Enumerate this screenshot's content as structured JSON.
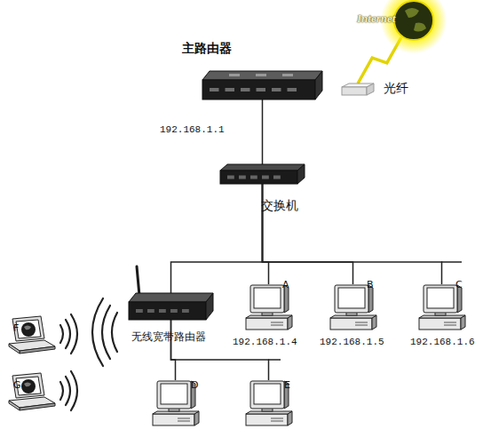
{
  "diagram": {
    "nodes": [
      {
        "text": [
          "Internet"
        ]
      },
      {
        "text": [
          "主路由器",
          "192.168.1.1"
        ]
      },
      {
        "text": [
          "光纤"
        ]
      },
      {
        "text": [
          "交换机"
        ]
      },
      {
        "text": [
          "无线宽带路由器"
        ]
      },
      {
        "text": [
          "A",
          "192.168.1.4"
        ]
      },
      {
        "text": [
          "B",
          "192.168.1.5"
        ]
      },
      {
        "text": [
          "C",
          "192.168.1.6"
        ]
      },
      {
        "text": [
          "F"
        ]
      },
      {
        "text": [
          "D"
        ]
      },
      {
        "text": [
          "E"
        ]
      },
      {
        "text": [
          "G"
        ]
      }
    ],
    "edges": [
      {
        "from": 0,
        "to": 2,
        "arrow": "none"
      },
      {
        "from": 1,
        "to": 3,
        "arrow": "none"
      },
      {
        "from": 3,
        "to": 4,
        "arrow": "none"
      },
      {
        "from": 3,
        "to": 5,
        "arrow": "none"
      },
      {
        "from": 3,
        "to": 6,
        "arrow": "none"
      },
      {
        "from": 3,
        "to": 7,
        "arrow": "none"
      },
      {
        "from": 4,
        "to": 9,
        "arrow": "none"
      },
      {
        "from": 4,
        "to": 10,
        "arrow": "none"
      }
    ]
  }
}
